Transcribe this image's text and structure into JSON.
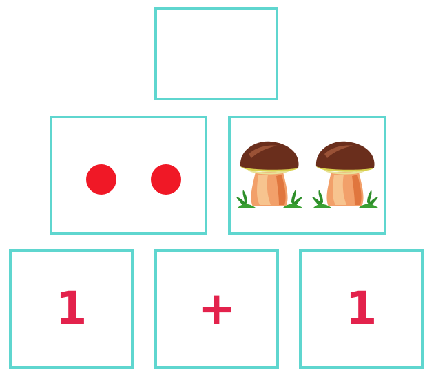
{
  "top_box": {
    "value": ""
  },
  "middle": {
    "dots": {
      "count": 2,
      "color": "#f01826"
    },
    "mushrooms": {
      "count": 2,
      "icon": "mushroom-icon"
    }
  },
  "bottom": {
    "left_value": "1",
    "operator": "+",
    "right_value": "1"
  },
  "colors": {
    "border": "#5fd6cf",
    "text": "#e3224c"
  }
}
